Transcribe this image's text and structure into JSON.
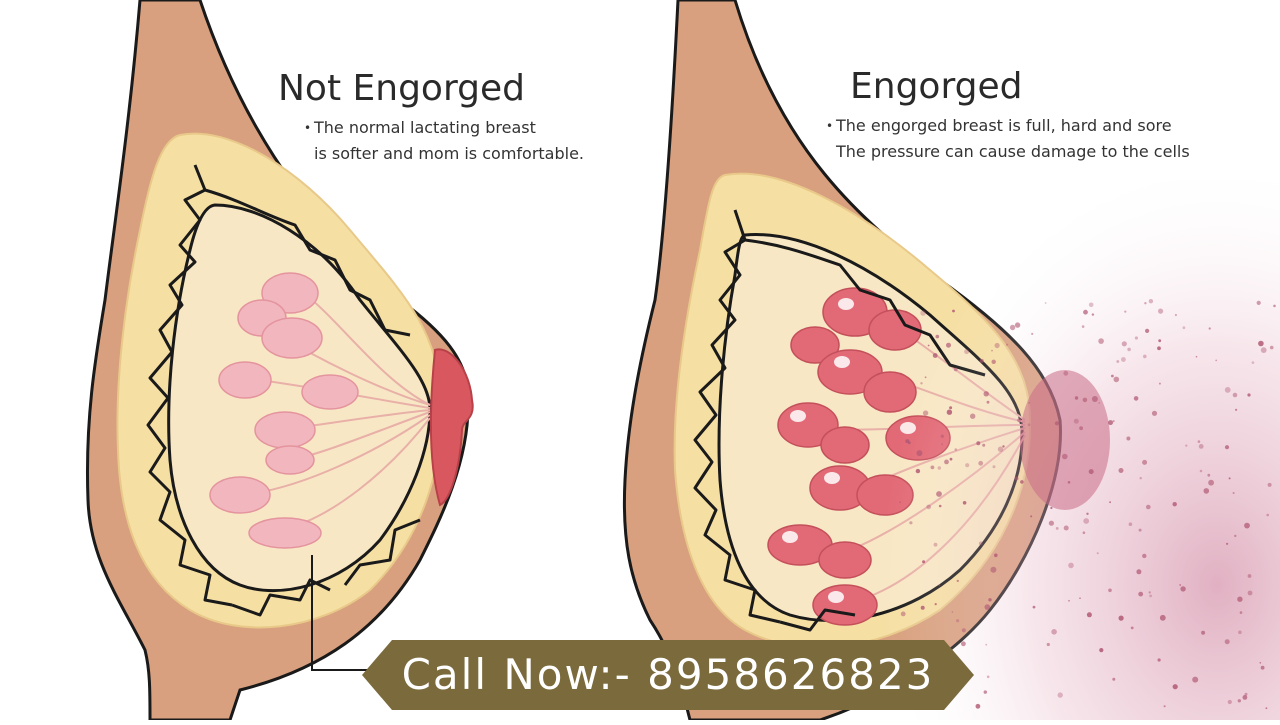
{
  "left_panel": {
    "title": "Not Engorged",
    "lines": [
      "The normal lactating breast",
      "is softer and mom is comfortable."
    ]
  },
  "right_panel": {
    "title": "Engorged",
    "lines": [
      "The engorged breast is full, hard and sore",
      "The pressure can cause damage to the cells"
    ]
  },
  "cta": {
    "label": "Call Now:- 8958626823"
  },
  "colors": {
    "skin": "#d8a07e",
    "skin_outline": "#1a1a1a",
    "fat": "#f6dfa3",
    "tissue": "#f8e2b8",
    "lobule_normal": "#f2b6be",
    "lobule_engorged": "#e26a76",
    "nipple": "#d9585f",
    "cta_bg": "#7a6a3c",
    "spray": "#b05873"
  }
}
